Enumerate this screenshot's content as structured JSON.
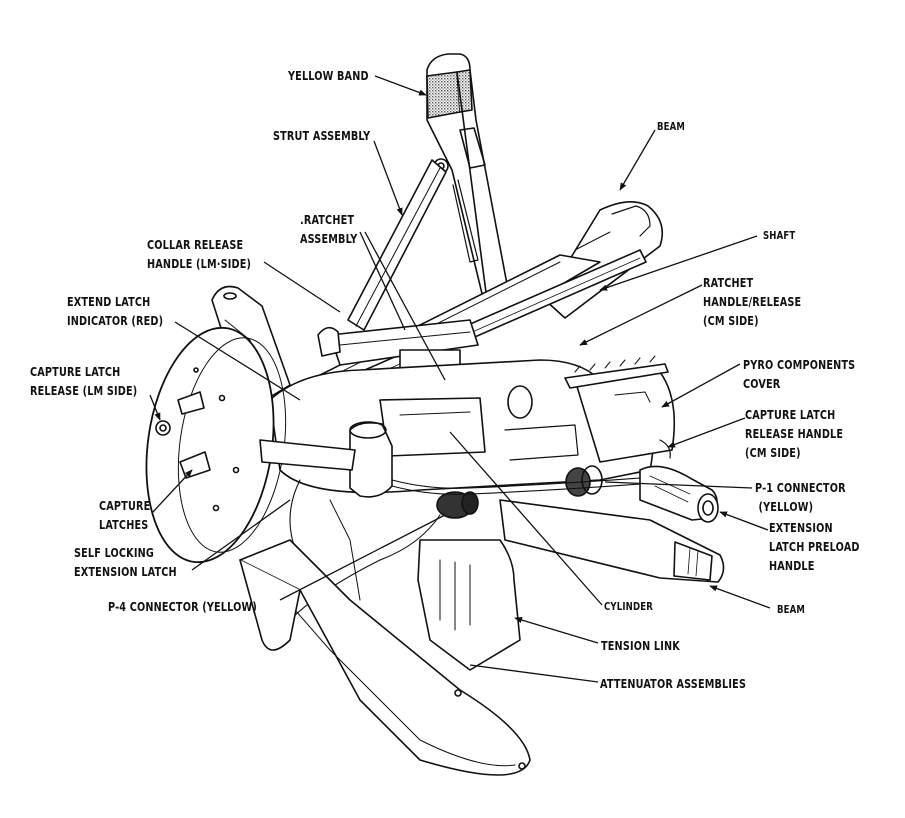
{
  "figure": {
    "subject": "Docking probe assembly",
    "style": "black-and-white technical line drawing",
    "colors": {
      "ink": "#111111",
      "background": "#ffffff",
      "shading": "#555555"
    }
  },
  "labels": [
    {
      "id": "yellow-band",
      "text": "YELLOW BAND"
    },
    {
      "id": "strut-assembly",
      "text": "STRUT ASSEMBLY"
    },
    {
      "id": "beam-top",
      "text": "BEAM"
    },
    {
      "id": "ratchet-assembly",
      "text": ".RATCHET\nASSEMBLY"
    },
    {
      "id": "shaft",
      "text": "SHAFT"
    },
    {
      "id": "collar-release-handle",
      "text": "COLLAR RELEASE\nHANDLE (LM·SIDE)"
    },
    {
      "id": "ratchet-handle-release",
      "text": "RATCHET\nHANDLE/RELEASE\n(CM SIDE)"
    },
    {
      "id": "extend-latch-indicator",
      "text": "EXTEND LATCH\nINDICATOR (RED)"
    },
    {
      "id": "pyro-components-cover",
      "text": "PYRO COMPONENTS\nCOVER"
    },
    {
      "id": "capture-latch-release-lm",
      "text": "CAPTURE LATCH\nRELEASE (LM SIDE)"
    },
    {
      "id": "capture-latch-release-handle-cm",
      "text": "CAPTURE LATCH\nRELEASE HANDLE\n(CM SIDE)"
    },
    {
      "id": "p1-connector",
      "text": "P-1 CONNECTOR\n (YELLOW)"
    },
    {
      "id": "capture-latches",
      "text": "CAPTURE\nLATCHES"
    },
    {
      "id": "extension-latch-preload-handle",
      "text": "EXTENSION\nLATCH PRELOAD\nHANDLE"
    },
    {
      "id": "self-locking-extension-latch",
      "text": "SELF LOCKING\nEXTENSION LATCH"
    },
    {
      "id": "p4-connector",
      "text": "P-4 CONNECTOR (YELLOW)"
    },
    {
      "id": "beam-bottom",
      "text": "BEAM"
    },
    {
      "id": "cylinder",
      "text": "CYLINDER"
    },
    {
      "id": "tension-link",
      "text": "TENSION LINK"
    },
    {
      "id": "attenuator-assemblies",
      "text": "ATTENUATOR ASSEMBLIES"
    }
  ]
}
